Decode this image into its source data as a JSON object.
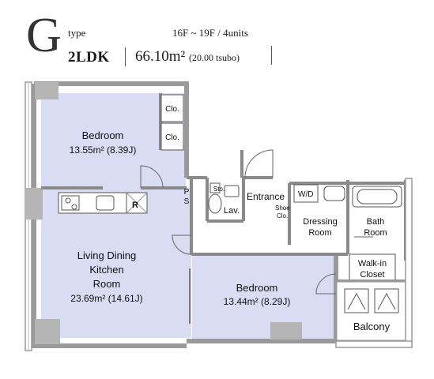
{
  "header": {
    "type_letter": "G",
    "type_label": "type",
    "floors": "16F ~ 19F / 4units",
    "layout": "2LDK",
    "area": "66.10m²",
    "area_tsubo": "(20.00 tsubo)"
  },
  "rooms": {
    "bedroom1": {
      "name": "Bedroom",
      "area": "13.55m² (8.39J)"
    },
    "living": {
      "line1": "Living Dining",
      "line2": "Kitchen",
      "line3": "Room",
      "area": "23.69m² (14.61J)"
    },
    "bedroom2": {
      "name": "Bedroom",
      "area": "13.44m² (8.29J)"
    },
    "clo1": "Clo.",
    "clo2": "Clo.",
    "ps1": "P",
    "ps2": "S",
    "sto": "Sto.",
    "lav": "Lav.",
    "entrance": "Entrance",
    "shoe1": "Shoe",
    "shoe2": "Clo.",
    "wd": "W/D",
    "dressing1": "Dressing",
    "dressing2": "Room",
    "bath1": "Bath",
    "bath2": "Room",
    "walkin1": "Walk-in",
    "walkin2": "Closet",
    "balcony": "Balcony",
    "refrigerator": "R"
  },
  "colors": {
    "bedroom_fill": "#d9dcf2",
    "living_fill": "#d9dcf2",
    "wall": "#9a9a9a",
    "wall_dark": "#6e6e6e",
    "pillar": "#b5b5b5"
  }
}
